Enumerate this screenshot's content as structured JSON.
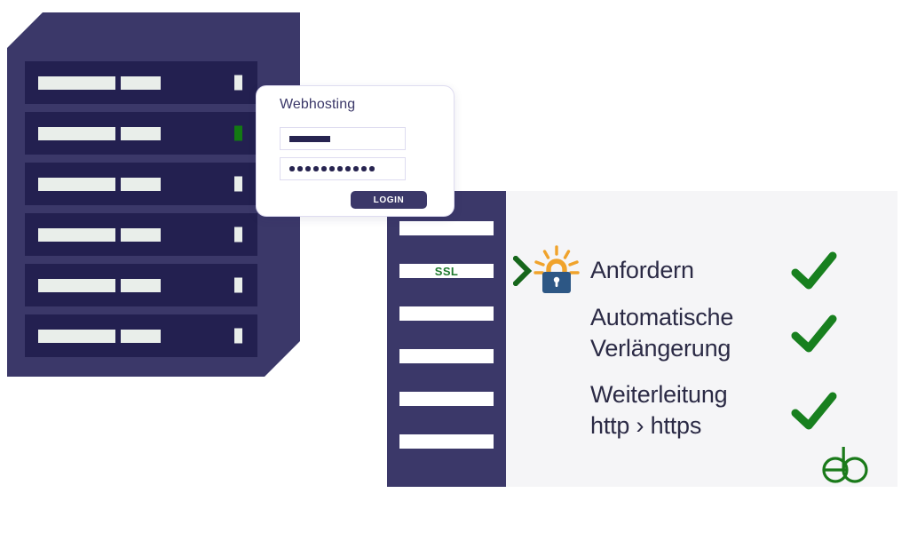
{
  "theme": {
    "rack_body": "#3b3869",
    "rack_unit": "#232050",
    "led_off": "#e9eeea",
    "led_on": "#137a13",
    "panel_bg": "#f5f5f7",
    "accent_green": "#1f7a2e",
    "check_green": "#18801f",
    "lock_body": "#2d5785",
    "lock_shackle": "#f0a32c",
    "text_dark": "#2b2a45",
    "logo_green": "#1a7a1a"
  },
  "server_rack": {
    "name": "server-rack",
    "unit_count": 6,
    "units": [
      {
        "led": "off"
      },
      {
        "led": "on"
      },
      {
        "led": "off"
      },
      {
        "led": "off"
      },
      {
        "led": "off"
      },
      {
        "led": "off"
      }
    ]
  },
  "login_card": {
    "title": "Webhosting",
    "username_value": "",
    "username_placeholder": "",
    "password_value": "•••••••••••",
    "password_dot_count": 11,
    "password_placeholder": "",
    "login_label": "LOGIN"
  },
  "ssl_tower": {
    "name": "ssl-tower",
    "rows": [
      "",
      "SSL",
      "",
      "",
      "",
      ""
    ],
    "highlight_row_index": 1,
    "highlight_label": "SSL"
  },
  "icons": {
    "chevron": "chevron-right-icon",
    "padlock": "padlock-shine-icon",
    "check": "check-mark-icon",
    "logo": "eb-logo"
  },
  "features": [
    {
      "label": "Anfordern",
      "checked": true
    },
    {
      "label": "Automatische\nVerlängerung",
      "checked": true
    },
    {
      "label": "Weiterleitung\nhttp › https",
      "checked": true
    }
  ],
  "logo": {
    "text": "eb"
  }
}
